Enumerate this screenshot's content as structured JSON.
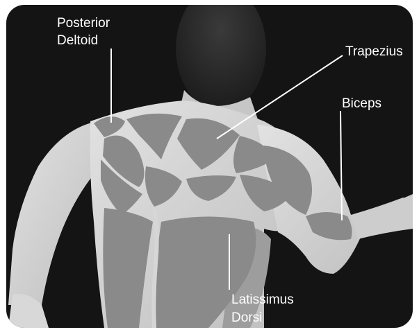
{
  "colors": {
    "background": "#141414",
    "skin": "#d4d4d4",
    "muscle": "#8a8a8a",
    "hair": "#2b2b2b",
    "label_text": "#ffffff",
    "leader_line": "#ffffff"
  },
  "labels": {
    "posterior_deltoid": {
      "line1": "Posterior",
      "line2": "Deltoid"
    },
    "trapezius": "Trapezius",
    "biceps": "Biceps",
    "latissimus_dorsi": {
      "line1": "Latissimus",
      "line2": "Dorsi"
    }
  }
}
